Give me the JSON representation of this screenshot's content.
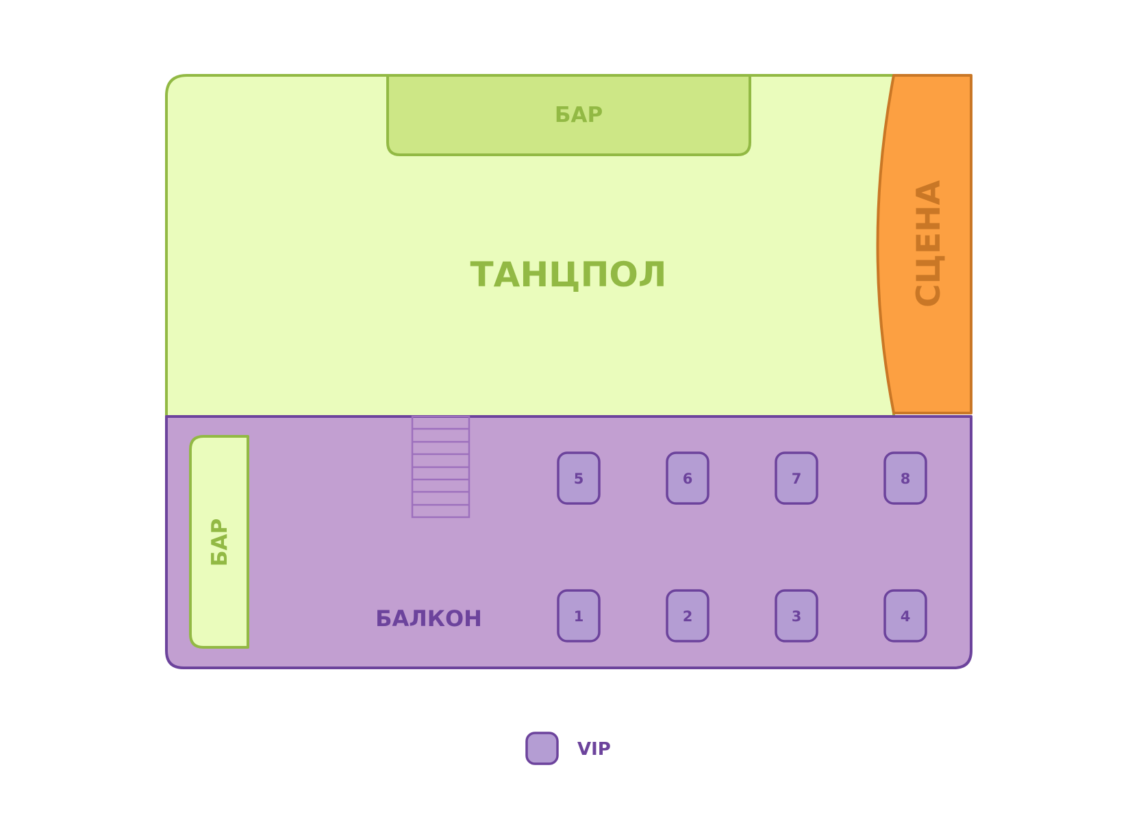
{
  "colors": {
    "dance_floor_fill": "#eafcbc",
    "dance_floor_stroke": "#92b944",
    "bar_fill": "#cde786",
    "bar_stroke": "#92b944",
    "bar_text": "#92b944",
    "stage_fill": "#fca042",
    "stage_stroke": "#c97726",
    "stage_text": "#c97726",
    "balcony_fill": "#c29fd1",
    "balcony_stroke": "#6c439c",
    "balcony_text": "#6c439c",
    "table_fill": "#b49dd3",
    "stairs_stroke": "#9d70bd"
  },
  "dance_floor": {
    "label": "ТАНЦПОЛ"
  },
  "stage": {
    "label": "СЦЕНА"
  },
  "bar_top": {
    "label": "БАР"
  },
  "bar_left": {
    "label": "БАР"
  },
  "balcony": {
    "label": "БАЛКОН"
  },
  "vip_tables": [
    {
      "number": "5"
    },
    {
      "number": "6"
    },
    {
      "number": "7"
    },
    {
      "number": "8"
    },
    {
      "number": "1"
    },
    {
      "number": "2"
    },
    {
      "number": "3"
    },
    {
      "number": "4"
    }
  ],
  "legend": {
    "vip_label": "VIP"
  }
}
